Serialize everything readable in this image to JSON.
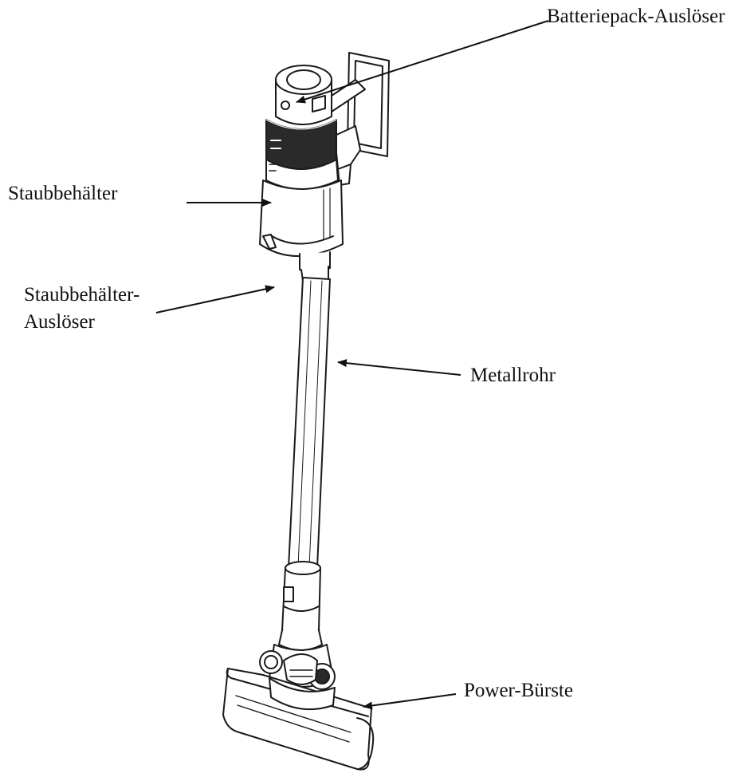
{
  "labels": {
    "battery_release": "Batteriepack-Auslöser",
    "dustbin": "Staubbehälter",
    "dustbin_release_line1": "Staubbehälter-",
    "dustbin_release_line2": "Auslöser",
    "metal_tube": "Metallrohr",
    "power_brush": "Power-Bürste"
  },
  "colors": {
    "line": "#1a1a1a",
    "fill": "#ffffff",
    "dark_band": "#2a2a2a"
  }
}
